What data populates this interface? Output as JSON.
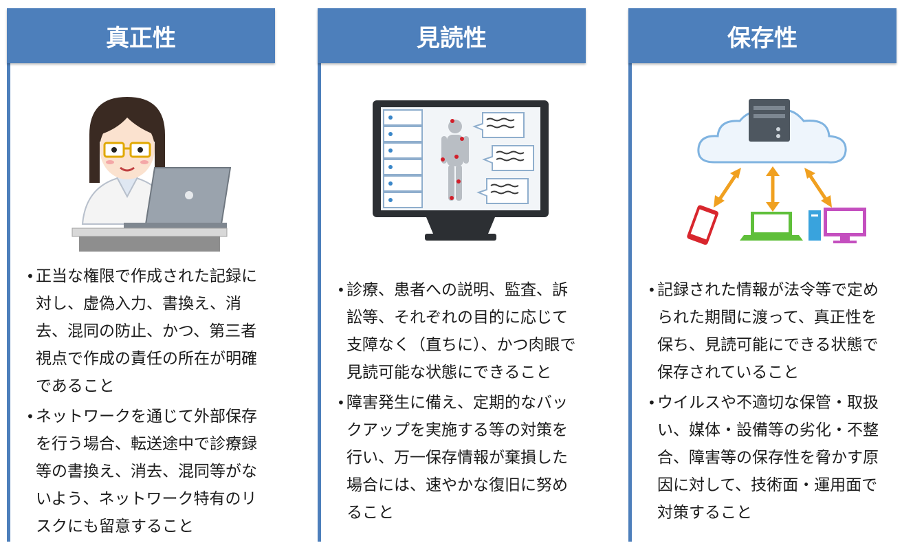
{
  "cards": [
    {
      "title": "真正性",
      "bullets": [
        "正当な権限で作成された記録に対し、虚偽入力、書換え、消去、混同の防止、かつ、第三者視点で作成の責任の所在が明確であること",
        "ネットワークを通じて外部保存を行う場合、転送途中で診療録等の書換え、消去、混同等がないよう、ネットワーク特有のリスクにも留意すること"
      ]
    },
    {
      "title": "見読性",
      "bullets": [
        "診療、患者への説明、監査、訴訟等、それぞれの目的に応じて支障なく（直ちに）、かつ肉眼で見読可能な状態にできること",
        "障害発生に備え、定期的なバックアップを実施する等の対策を行い、万一保存情報が棄損した場合には、速やかな復旧に努めること"
      ]
    },
    {
      "title": "保存性",
      "bullets": [
        "記録された情報が法令等で定められた期間に渡って、真正性を保ち、見読可能にできる状態で保存されていること",
        "ウイルスや不適切な保管・取扱い、媒体・設備等の劣化・不整合、障害等の保存性を脅かす原因に対して、技術面・運用面で対策すること"
      ]
    }
  ],
  "colors": {
    "header": "#4d7fbb",
    "header_text": "#ffffff",
    "body_text": "#1c1c1c",
    "arrow": "#f0a020"
  }
}
